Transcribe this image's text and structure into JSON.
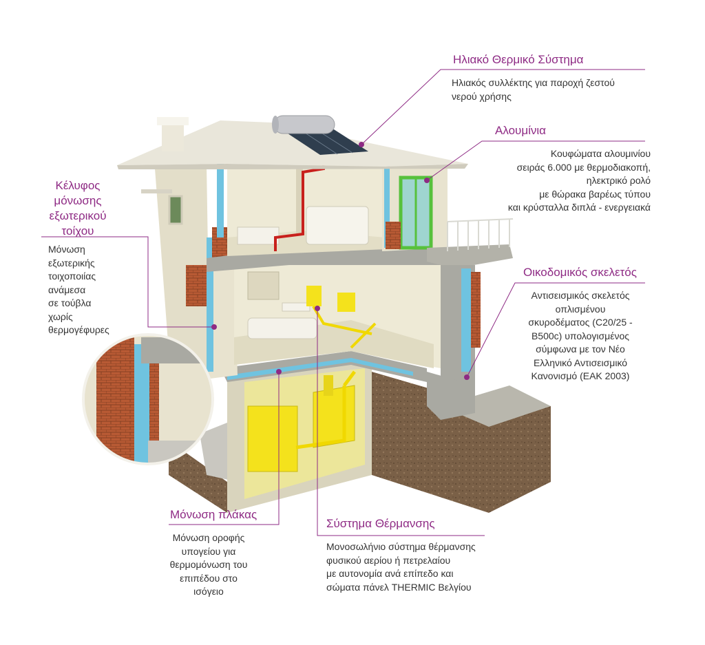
{
  "colors": {
    "accent": "#8e2a84",
    "text": "#333333",
    "insulation": "#6fc3e0",
    "brick": "#b85a34",
    "window_frame": "#57c13c",
    "heating": "#f4e21c",
    "pipe_red": "#c8201c",
    "soil": "#7a6047",
    "wall": "#e8e3cf",
    "concrete": "#a9a9a2"
  },
  "labels": {
    "solar": {
      "title": "Ηλιακό Θερμικό Σύστημα",
      "desc": "Ηλιακός συλλέκτης για παροχή ζεστού\nνερού χρήσης"
    },
    "aluminium": {
      "title": "Αλουμίνια",
      "desc": "Κουφώματα αλουμινίου\nσειράς 6.000 με θερμοδιακοπή,\nηλεκτρικό ρολό\nμε θώρακα βαρέως τύπου\nκαι κρύσταλλα διπλά - ενεργειακά"
    },
    "envelope": {
      "title_lines": [
        "Κέλυφος",
        "μόνωσης",
        "εξωτερικού",
        "τοίχου"
      ],
      "desc": "Μόνωση\nεξωτερικής\nτοιχοποιίας\nανάμεσα\nσε τούβλα\nχωρίς\nθερμογέφυρες"
    },
    "frame": {
      "title": "Οικοδομικός σκελετός",
      "desc": "Αντισεισμικός σκελετός\nοπλισμένου\nσκυροδέματος (C20/25 -\nB500c) υπολογισμένος\nσύμφωνα με  τον Νέο\nΕλληνικό Αντισεισμικό\nΚανονισμό (ΕΑΚ 2003)"
    },
    "slab": {
      "title": "Μόνωση πλάκας",
      "desc": "Μόνωση οροφής\nυπογείου για\nθερμομόνωση του\nεπιπέδου στο\nισόγειο"
    },
    "heating": {
      "title": "Σύστημα Θέρμανσης",
      "desc": "Μονοσωλήνιο σύστημα θέρμανσης\nφυσικού αερίου ή πετρελαίου\nμε αυτονομία ανά επίπεδο και\nσώματα πάνελ THERMIC Βελγίου"
    }
  },
  "icons": [
    "solar-collector-icon",
    "chimney-icon",
    "bed-icon",
    "sofa-icon",
    "boiler-icon",
    "radiator-icon",
    "railing-icon"
  ]
}
